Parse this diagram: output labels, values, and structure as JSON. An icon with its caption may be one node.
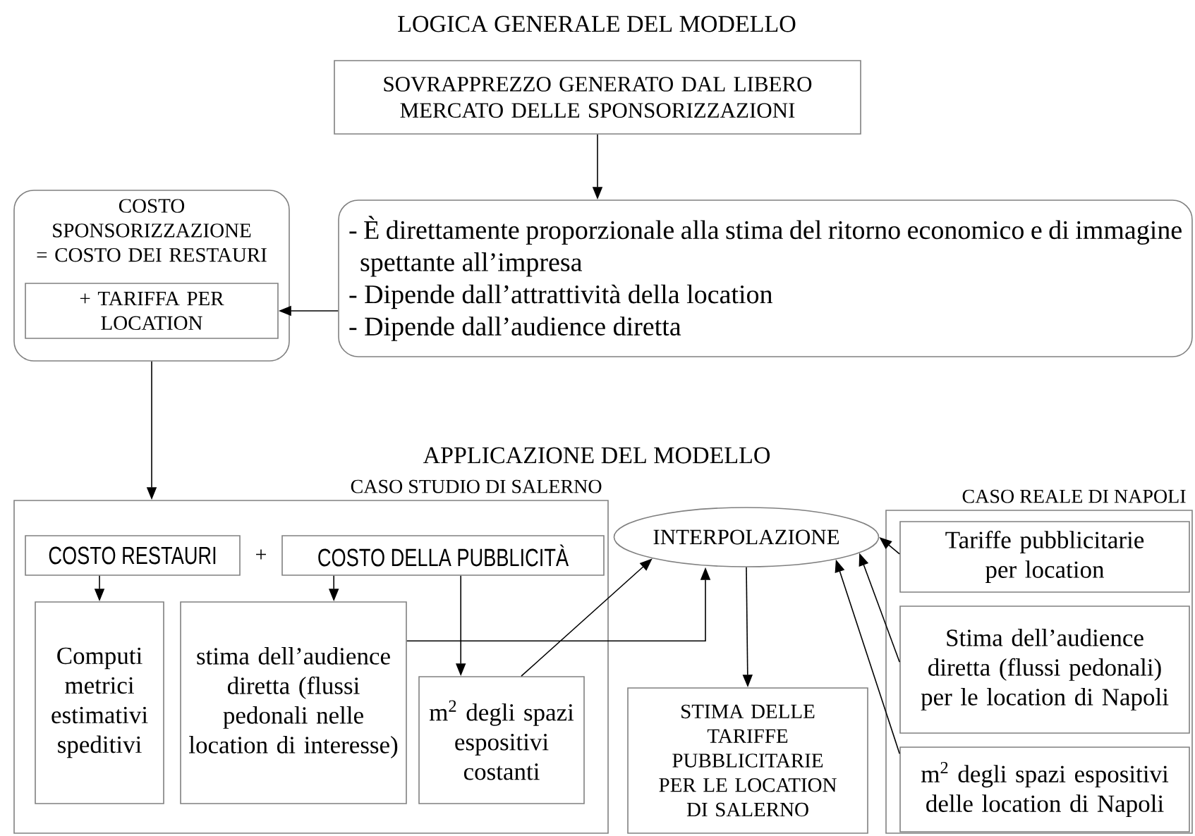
{
  "diagram": {
    "title": "LOGICA GENERALE DEL MODELLO",
    "nodes": [
      {
        "text": [
          "SOVRAPPREZZO GENERATO DAL LIBERO MERCATO DELLE SPONSORIZZAZIONI"
        ]
      },
      {
        "text": [
          "- È direttamente proporzionale alla stima del ritorno economico e di immagine spettante all’impresa",
          "- Dipende dall’attrattività della location",
          "- Dipende dall’audience diretta"
        ]
      },
      {
        "text": [
          "COSTO SPONSORIZZAZIONE = COSTO DEI RESTAURI"
        ]
      },
      {
        "text": [
          "+ TARIFFA PER LOCATION"
        ],
        "in": 2
      },
      {
        "text": [
          "CASO STUDIO DI SALERNO"
        ]
      },
      {
        "text": [
          "COSTO RESTAURI"
        ],
        "in": 4
      },
      {
        "text": [
          "COSTO DELLA PUBBLICITÀ"
        ],
        "in": 4
      },
      {
        "text": [
          "Computi metrici estimativi speditivi"
        ],
        "in": 4
      },
      {
        "text": [
          "stima dell’audience diretta (flussi pedonali nelle location di interesse)"
        ],
        "in": 4
      },
      {
        "text": [
          "m$^{2}$ degli spazi espositivi costanti"
        ],
        "in": 4
      },
      {
        "text": [
          "INTERPOLAZIONE"
        ]
      },
      {
        "text": [
          "STIMA DELLE TARIFFE PUBBLICITARIE PER LE LOCATION DI SALERNO"
        ]
      },
      {
        "text": [
          "CASO REALE DI NAPOLI"
        ]
      },
      {
        "text": [
          "Tariffe pubblicitarie per location"
        ],
        "in": 12
      },
      {
        "text": [
          "Stima dell’audience diretta (flussi pedonali) per le location di Napoli"
        ],
        "in": 12
      },
      {
        "text": [
          "m$^{2}$ degli spazi espositivi delle location di Napoli"
        ],
        "in": 12
      }
    ],
    "edges": [
      {
        "from": 0,
        "to": 1,
        "arrow": "to"
      },
      {
        "from": 1,
        "to": 3,
        "arrow": "to"
      },
      {
        "from": 2,
        "to": 4,
        "arrow": "to"
      },
      {
        "from": 5,
        "to": 7,
        "arrow": "to"
      },
      {
        "from": 6,
        "to": 8,
        "arrow": "to"
      },
      {
        "from": 6,
        "to": 9,
        "arrow": "to"
      },
      {
        "from": 8,
        "to": 10,
        "arrow": "to"
      },
      {
        "from": 9,
        "to": 10,
        "arrow": "to"
      },
      {
        "from": 10,
        "to": 11,
        "arrow": "to"
      },
      {
        "from": 13,
        "to": 10,
        "arrow": "to"
      },
      {
        "from": 14,
        "to": 10,
        "arrow": "to"
      },
      {
        "from": 15,
        "to": 10,
        "arrow": "to"
      }
    ],
    "labels": [
      "APPLICAZIONE DEL MODELLO",
      "+"
    ]
  }
}
